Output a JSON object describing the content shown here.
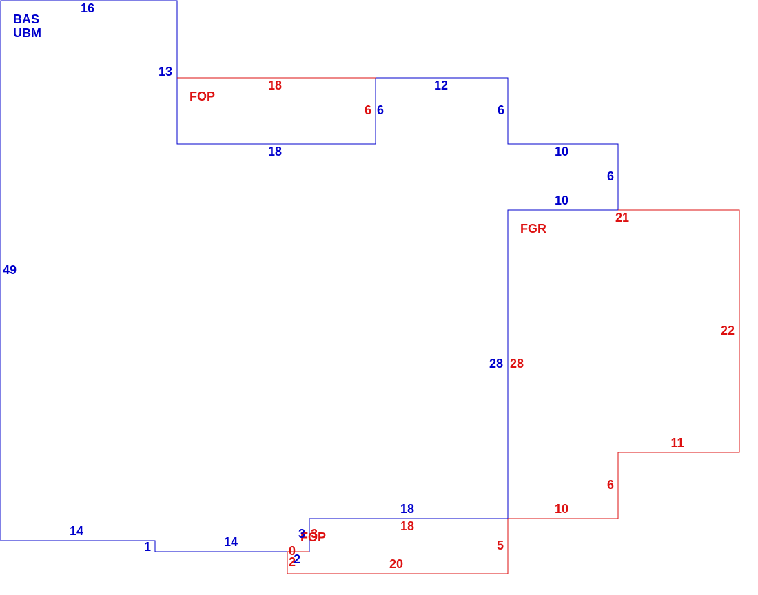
{
  "colors": {
    "main": "#0000CC",
    "addition": "#DD1111",
    "background": "#FFFFFF"
  },
  "labels": {
    "bas": "BAS",
    "ubm": "UBM",
    "fop_top": "FOP",
    "fgr": "FGR",
    "fop_bottom": "FOP"
  },
  "dimensions": {
    "main_top": "16",
    "main_left": "49",
    "main_bottom_left": "14",
    "main_step_one": "1",
    "main_bottom_mid": "14",
    "main_notch_vertical": "3",
    "main_notch_horizontal": "2",
    "main_upper_wall": "13",
    "main_fop_bottom": "18",
    "main_fop_right": "6",
    "main_upper_run": "12",
    "main_upper_drop": "6",
    "main_step_run": "10",
    "main_step_drop": "6",
    "main_fgr_top": "10",
    "main_fgr_wall": "28",
    "main_lower_run": "18",
    "fop_top_edge": "18",
    "fop_right_edge": "6",
    "fgr_top_edge": "21",
    "fgr_right_edge": "22",
    "fgr_wall": "28",
    "fgr_step_run": "11",
    "fgr_step_drop": "6",
    "fgr_bottom_run": "10",
    "fop_bottom_top": "18",
    "fop_bottom_right": "5",
    "fop_bottom_edge": "20",
    "fop_bottom_left": "2",
    "fop_bottom_notch_vertical": "3",
    "fop_bottom_zero": "0"
  }
}
